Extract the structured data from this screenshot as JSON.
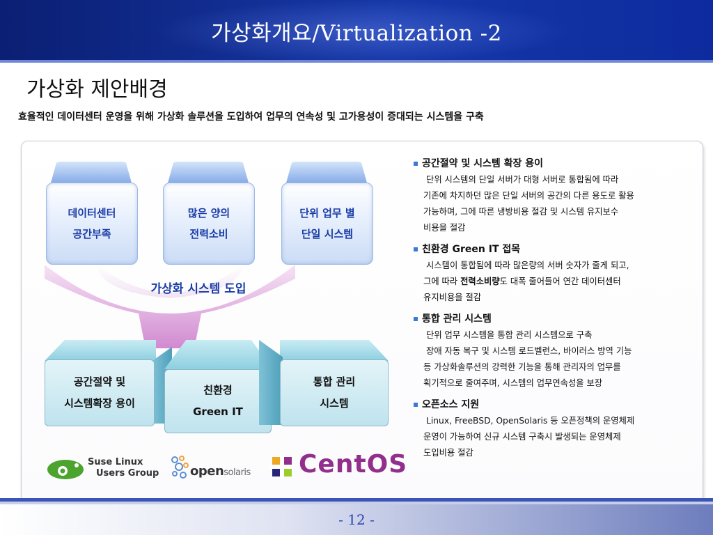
{
  "header": {
    "title": "가상화개요/Virtualization -2"
  },
  "section_title": "가상화 제안배경",
  "subtitle": "효율적인 데이터센터 운영을 위해 가상화 솔루션을 도입하여 업무의 연속성 및 고가용성이 증대되는 시스템을 구축",
  "top_boxes": [
    {
      "line1": "데이터센터",
      "line2": "공간부족"
    },
    {
      "line1": "많은 양의",
      "line2": "전력소비"
    },
    {
      "line1": "단위 업무 별",
      "line2": "단일 시스템"
    }
  ],
  "funnel_label": "가상화 시스템 도입",
  "bottom_boxes": [
    {
      "line1": "공간절약 및",
      "line2": "시스템확장 용이"
    },
    {
      "line1": "친환경",
      "line2": "Green IT"
    },
    {
      "line1": "통합 관리",
      "line2": "시스템"
    }
  ],
  "logos": {
    "suse_line1": "Suse Linux",
    "suse_line2": "Users Group",
    "opensolaris_main": "open",
    "opensolaris_sub": "solaris",
    "centos": "CentOS"
  },
  "sections": [
    {
      "title": "공간절약 및 시스템 확장 용이",
      "lines": [
        "단위 시스템의 단일 서버가 대형 서버로 통합됨에 따라",
        "기존에 차지하던 많은 단일 서버의 공간의 다른 용도로 활용",
        "가능하며, 그에 따른 냉방비용 절감 및 시스템 유지보수",
        "비용을 절감"
      ]
    },
    {
      "title": "친환경 Green IT 접목",
      "line1": "시스템이 통합됨에 따라 많은량의 서버 숫자가 줄게 되고,",
      "line2_pre": "그에 따라 ",
      "line2_bold": "전력소비량",
      "line2_post": "도 대폭 줄어들어 연간 데이터센터",
      "line3": "유지비용을 절감"
    },
    {
      "title": "통합 관리 시스템",
      "lines": [
        "단위 업무 시스템을 통합 관리 시스템으로 구축",
        "장애 자동 복구 및 시스템 로드벨런스, 바이러스 방역 기능",
        "등 가상화솔루션의 강력한 기능을 통해 관리자의 업무를",
        "획기적으로 줄여주며, 시스템의 업무연속성을 보장"
      ]
    },
    {
      "title": "오픈소스 지원",
      "lines": [
        "Linux, FreeBSD, OpenSolaris 등 오픈정책의 운영체제",
        "운영이 가능하여 신규 시스템 구축시 발생되는 운영체제",
        "도입비용 절감"
      ]
    }
  ],
  "page_number": "- 12 -",
  "colors": {
    "header_bg": "#1638a8",
    "accent_blue": "#1a3ca6",
    "centos_purple": "#922e8c"
  }
}
